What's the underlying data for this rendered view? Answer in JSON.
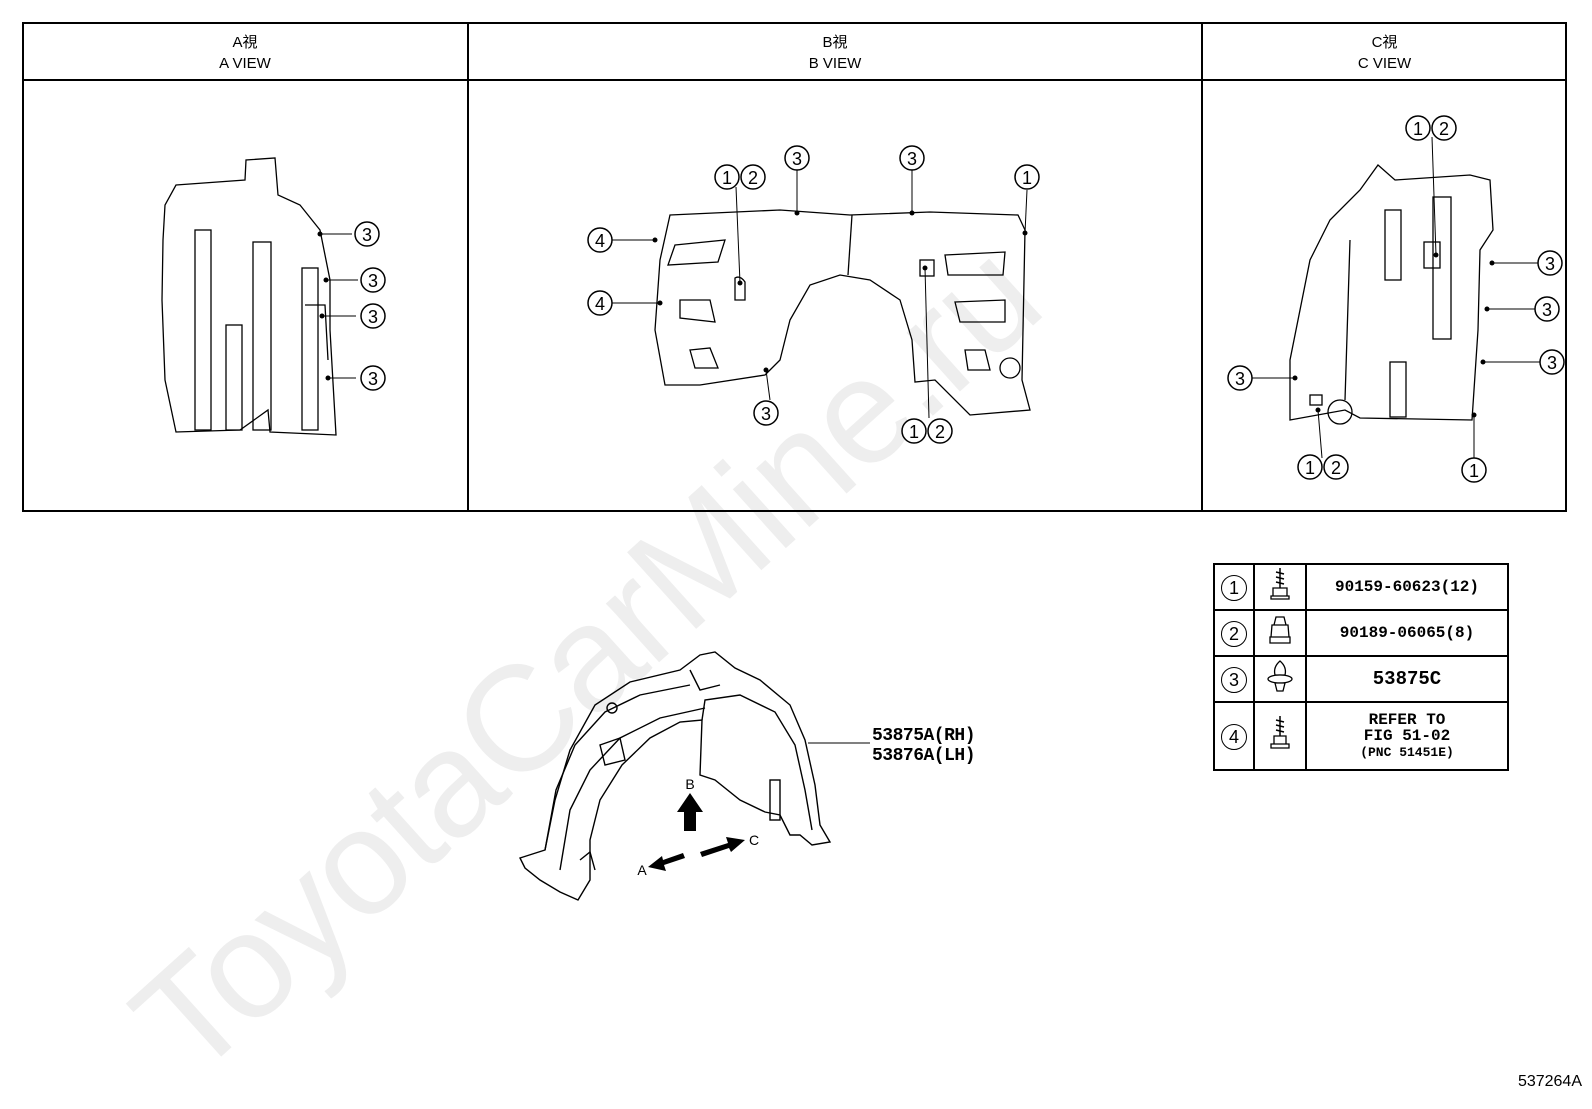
{
  "header": {
    "a_view_jp": "A視",
    "a_view_en": "A VIEW",
    "b_view_jp": "B視",
    "b_view_en": "B VIEW",
    "c_view_jp": "C視",
    "c_view_en": "C VIEW"
  },
  "callouts": {
    "one": "1",
    "two": "2",
    "three": "3",
    "four": "4"
  },
  "main_part": {
    "rh": "53875A(RH)",
    "lh": "53876A(LH)"
  },
  "arrows": {
    "a": "A",
    "b": "B",
    "c": "C"
  },
  "legend": [
    {
      "num": "1",
      "icon": "screw-icon",
      "text": "90159-60623(12)"
    },
    {
      "num": "2",
      "icon": "nut-icon",
      "text": "90189-06065(8)"
    },
    {
      "num": "3",
      "icon": "clip-icon",
      "text": "53875C"
    },
    {
      "num": "4",
      "icon": "bolt-icon",
      "line1": "REFER TO",
      "line2": "FIG 51-02",
      "line3": "(PNC 51451E)"
    }
  ],
  "figure_id": "537264A",
  "watermark": "ToyotaCarMine.ru"
}
